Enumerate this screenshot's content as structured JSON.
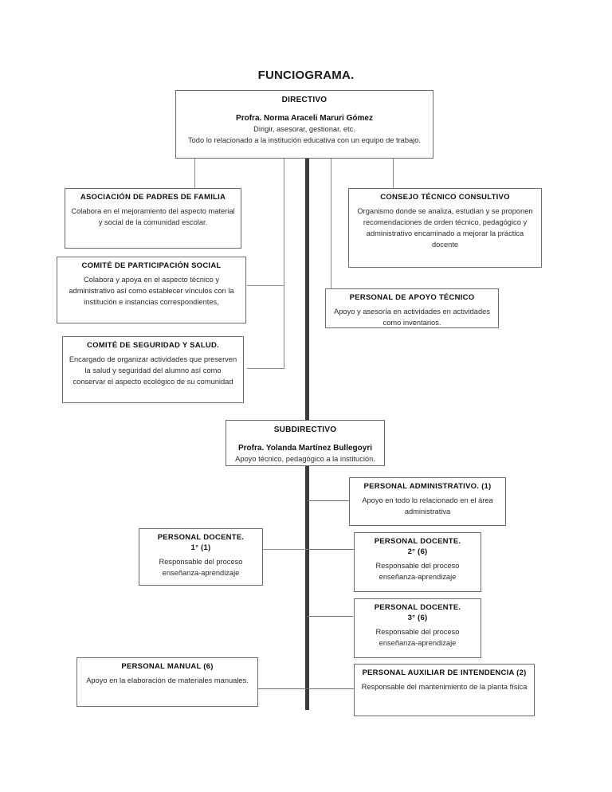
{
  "title": "FUNCIOGRAMA.",
  "colors": {
    "box_border": "#6e6e6e",
    "connector": "#8a8a8a",
    "spine": "#3b3b3b",
    "text": "#1a1a1a",
    "background": "#ffffff"
  },
  "nodes": {
    "directivo": {
      "title": "DIRECTIVO",
      "name": "Profra. Norma Araceli Maruri Gómez",
      "body": "Dirigir, asesorar, gestionar, etc.\nTodo lo relacionado a la institución educativa con un equipo de trabajo."
    },
    "asociacion_padres": {
      "title": "ASOCIACIÓN DE PADRES DE FAMILIA",
      "body": "Colabora en el mejoramiento del aspecto material y social de la comunidad escolar."
    },
    "comite_participacion": {
      "title": "COMITÉ DE PARTICIPACIÓN SOCIAL",
      "body": "Colabora y apoya en el aspecto técnico y administrativo así como establecer vínculos  con la institución e instancias correspondientes,"
    },
    "comite_seguridad": {
      "title": "COMITÉ DE SEGURIDAD Y SALUD.",
      "body": "Encargado de organizar actividades que preserven la salud y seguridad del alumno así como conservar el aspecto ecológico de su comunidad"
    },
    "consejo_tecnico": {
      "title": "CONSEJO TÉCNICO CONSULTIVO",
      "body": "Organismo donde se analiza, estudian y se proponen recomendaciones de orden técnico, pedagógico y administrativo encaminado a mejorar la práctica docente"
    },
    "apoyo_tecnico": {
      "title": "PERSONAL DE APOYO TÉCNICO",
      "body": "Apoyo y asesoría en actividades en actividades como inventarios."
    },
    "subdirectivo": {
      "title": "SUBDIRECTIVO",
      "name": "Profra. Yolanda Martínez Bullegoyri",
      "body": "Apoyo técnico, pedagógico a la institución."
    },
    "personal_administrativo": {
      "title": "PERSONAL ADMINISTRATIVO. (1)",
      "body": "Apoyo en todo lo relacionado en el área administrativa"
    },
    "docente_1": {
      "title": "PERSONAL DOCENTE.\n1° (1)",
      "body": "Responsable del proceso enseñanza-aprendizaje"
    },
    "docente_2": {
      "title": "PERSONAL DOCENTE.\n2° (6)",
      "body": "Responsable del proceso enseñanza-aprendizaje"
    },
    "docente_3": {
      "title": "PERSONAL DOCENTE.\n3° (6)",
      "body": "Responsable del proceso enseñanza-aprendizaje"
    },
    "personal_manual": {
      "title": "PERSONAL MANUAL (6)",
      "body": "Apoyo en la elaboración de materiales manuales."
    },
    "auxiliar_intendencia": {
      "title": "PERSONAL AUXILIAR DE INTENDENCIA (2)",
      "body": "Responsable del mantenimiento de la planta física"
    }
  }
}
